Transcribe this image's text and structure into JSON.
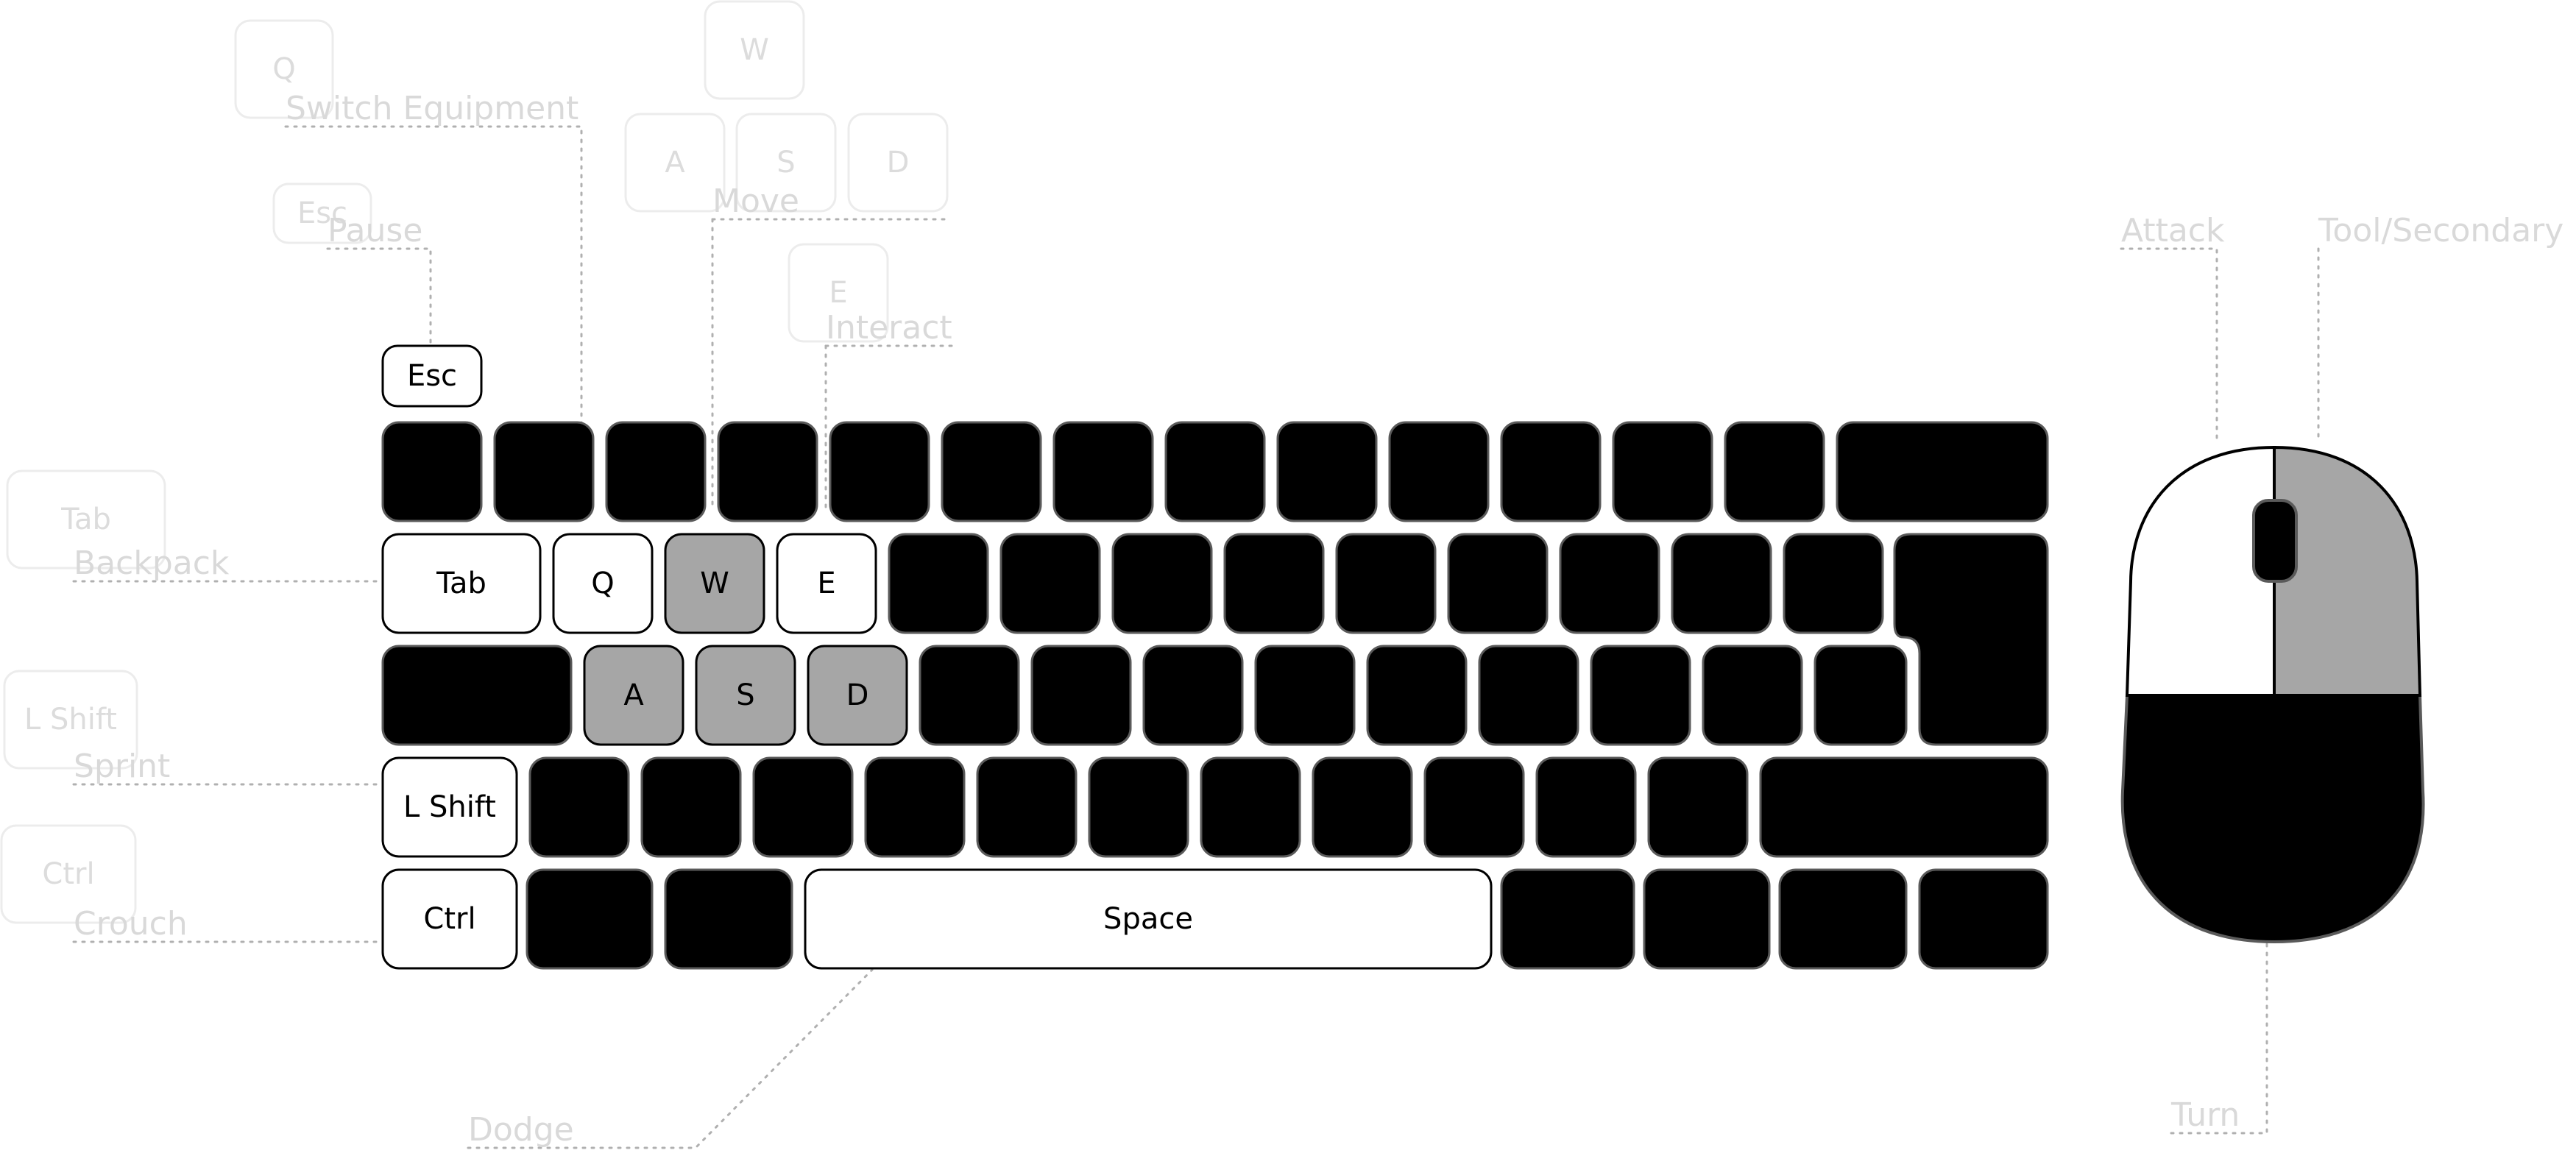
{
  "keyboard": {
    "keys": {
      "esc": "Esc",
      "tab": "Tab",
      "q": "Q",
      "w": "W",
      "e": "E",
      "a": "A",
      "s": "S",
      "d": "D",
      "lshift": "L Shift",
      "ctrl": "Ctrl",
      "space": "Space"
    }
  },
  "ghost_keys": {
    "q": "Q",
    "esc": "Esc",
    "w": "W",
    "a": "A",
    "s": "S",
    "d": "D",
    "e": "E",
    "tab": "Tab",
    "lshift": "L Shift",
    "ctrl": "Ctrl"
  },
  "callouts": {
    "switch_equipment": "Switch Equipment",
    "pause": "Pause",
    "move": "Move",
    "interact": "Interact",
    "backpack": "Backpack",
    "sprint": "Sprint",
    "crouch": "Crouch",
    "dodge": "Dodge",
    "attack": "Attack",
    "tool_secondary": "Tool/Secondary",
    "turn": "Turn"
  },
  "colors": {
    "key_black": "#000000",
    "key_border": "#5a5a5a",
    "key_highlight": "#a6a6a6",
    "key_white": "#ffffff",
    "ghost_text": "#d9d9d9",
    "leader": "#b3b3b3"
  }
}
